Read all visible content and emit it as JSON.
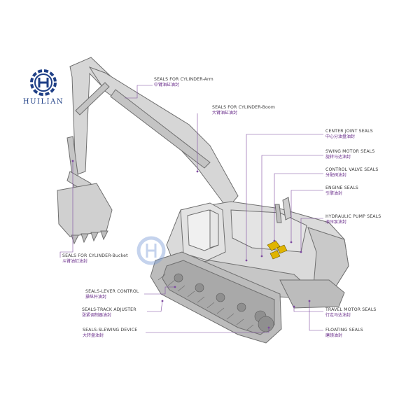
{
  "brand": {
    "name": "HUILIAN"
  },
  "colors": {
    "brand_blue": "#1f3f86",
    "leader_line": "#7d4aa0",
    "machine_gray": "#8a8a8a",
    "highlight_gold": "#e0b400"
  },
  "callouts": [
    {
      "key": "arm",
      "en": "SEALS FOR CYLINDER-Arm",
      "zh": "中臂油缸油封"
    },
    {
      "key": "boom",
      "en": "SEALS FOR CYLINDER-Boom",
      "zh": "大臂油缸油封"
    },
    {
      "key": "center",
      "en": "CENTER JOINT SEALS",
      "zh": "中心分油盘油封"
    },
    {
      "key": "swing",
      "en": "SWING MOTOR SEALS",
      "zh": "旋转马达油封"
    },
    {
      "key": "valve",
      "en": "CONTROL VALVE SEALS",
      "zh": "分配阀油封"
    },
    {
      "key": "engine",
      "en": "ENGINE SEALS",
      "zh": "引擎油封"
    },
    {
      "key": "pump",
      "en": "HYDRAULIC PUMP SEALS",
      "zh": "液压泵油封"
    },
    {
      "key": "bucket",
      "en": "SEALS FOR CYLINDER-Bucket",
      "zh": "斗臂油缸油封"
    },
    {
      "key": "lever",
      "en": "SEALS-LEVER CONTROL",
      "zh": "操纵杆油封"
    },
    {
      "key": "track",
      "en": "SEALS-TRACK ADJUSTER",
      "zh": "涨紧调制器油封"
    },
    {
      "key": "slewing",
      "en": "SEALS-SLEWING DEVICE",
      "zh": "大转盘油封"
    },
    {
      "key": "travel",
      "en": "TRAVEL MOTOR SEALS",
      "zh": "行走马达油封"
    },
    {
      "key": "floating",
      "en": "FLOATING SEALS",
      "zh": "磨镜油封"
    }
  ]
}
